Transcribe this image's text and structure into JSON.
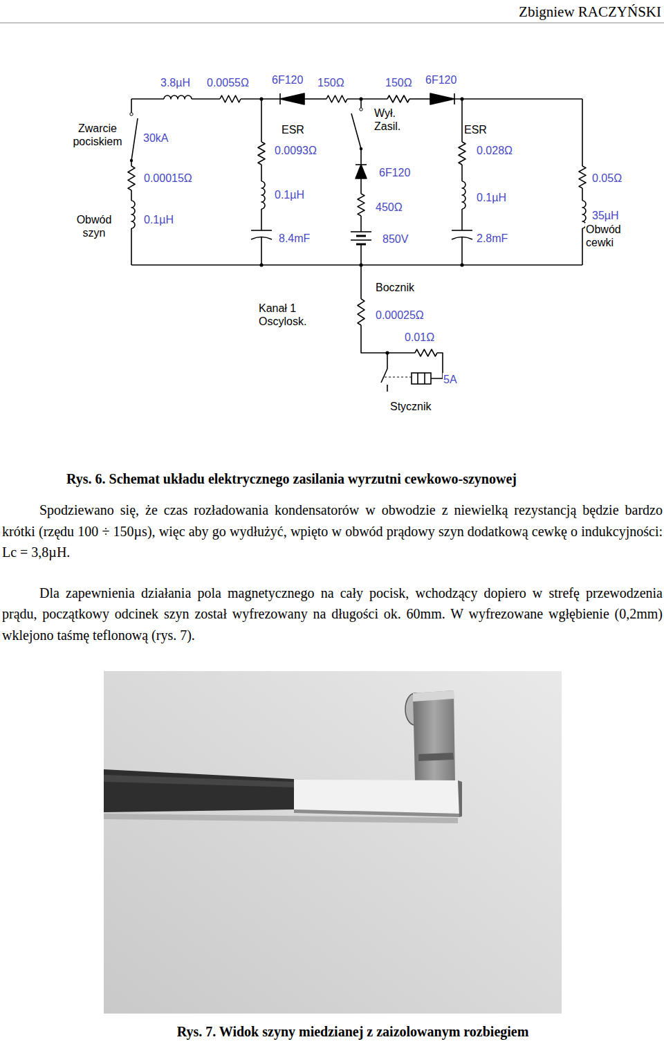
{
  "diagram": {
    "caption": "Rys. 6. Schemat układu elektrycznego zasilania wyrzutni cewkowo-szynowej",
    "labels": [
      "Zbigniew RACZYŃSKI",
      "Zwarcie pociskiem",
      "30kA",
      "0.00015Ω",
      "0.1µH",
      "Obwód szyn",
      "3.8µH",
      "0.0055Ω",
      "6F120",
      "ESR",
      "0.0093Ω",
      "0.1µH",
      "8.4mF",
      "150Ω",
      "Wył. Zasil.",
      "6F120",
      "450Ω",
      "850V",
      "150Ω",
      "6F120",
      "ESR",
      "0.028Ω",
      "0.1µH",
      "2.8mF",
      "0.05Ω",
      "35µH",
      "Obwód cewki",
      "Bocznik",
      "Kanał 1 Oscylosk.",
      "0.00025Ω",
      "0.01Ω",
      "5A",
      "Stycznik",
      "Spodziewano się, że czas rozładowania kondensatorów w obwodzie z niewielką rezystancją będzie bardzo krótki (rzędu 100 ÷ 150µs), więc aby go wydłużyć, wpięto w obwód prądowy szyn dodatkową cewkę o indukcyjności: Lc = 3,8µH.",
      "Dla zapewnienia działania pola magnetycznego na cały pocisk, wchodzący dopiero w strefę przewodzenia prądu, początkowy odcinek szyn został wyfrezowany na długości ok. 60mm. W wyfrezowane wgłębienie (0,2mm) wklejono taśmę teflonową (rys. 7).",
      "Rys. 7. Widok szyny miedzianej z zaizolowanym rozbiegiem"
    ]
  }
}
